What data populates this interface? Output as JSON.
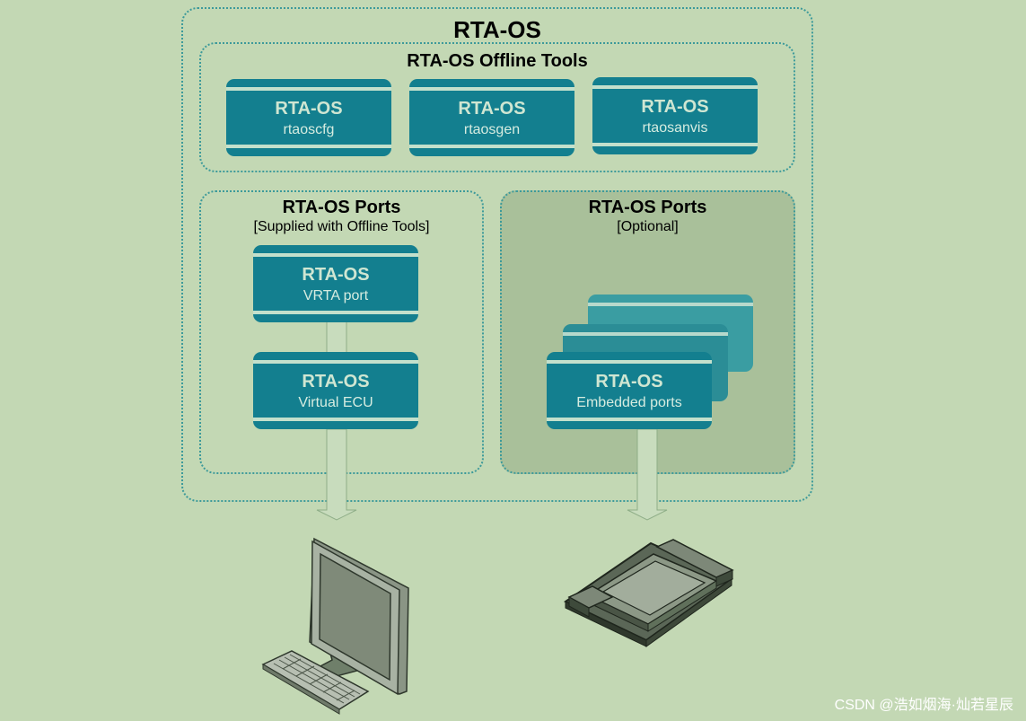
{
  "outer": {
    "title": "RTA-OS"
  },
  "offline_tools": {
    "title": "RTA-OS Offline Tools",
    "items": [
      {
        "title": "RTA-OS",
        "subtitle": "rtaoscfg"
      },
      {
        "title": "RTA-OS",
        "subtitle": "rtaosgen"
      },
      {
        "title": "RTA-OS",
        "subtitle": "rtaosanvis"
      }
    ]
  },
  "ports_supplied": {
    "title": "RTA-OS Ports",
    "subtitle": "[Supplied with Offline Tools]",
    "items": [
      {
        "title": "RTA-OS",
        "subtitle": "VRTA port"
      },
      {
        "title": "RTA-OS",
        "subtitle": "Virtual ECU"
      }
    ]
  },
  "ports_optional": {
    "title": "RTA-OS Ports",
    "subtitle": "[Optional]",
    "item": {
      "title": "RTA-OS",
      "subtitle": "Embedded ports"
    }
  },
  "targets": {
    "left": "pc-computer-icon",
    "right": "embedded-board-icon"
  },
  "watermark": "CSDN @浩如烟海·灿若星辰",
  "colors": {
    "background": "#c3d8b4",
    "box": "#137f8f",
    "border": "#3d9a9a",
    "optional_panel": "#a9c09a"
  }
}
